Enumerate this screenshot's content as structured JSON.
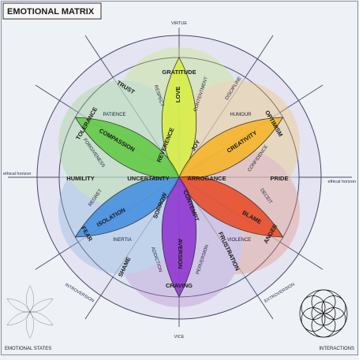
{
  "title": "EMOTIONAL MATRIX",
  "axes": {
    "top": "VIRTUE",
    "bottom": "VICE",
    "left": "ethical horizon",
    "right": "ethical horizon",
    "lower_left": "INTROVERSION",
    "lower_right": "EXTROVERSION"
  },
  "petals": {
    "top": "GRATITUDE",
    "upper_right": "OPTIMISM",
    "lower_right": "ANGER",
    "bottom": "CRAVING",
    "lower_left": "FEAR",
    "upper_left": "TOLERANCE"
  },
  "inner_major": {
    "love": "LOVE",
    "reverence": "REVERENCE",
    "joy": "JOY",
    "creativity": "CREATIVITY",
    "compassion": "COMPASSION",
    "uncertainty": "UNCERTAINTY",
    "arrogance": "ARROGANCE",
    "contempt": "CONTEMPT",
    "blame": "BLAME",
    "isolation": "ISOLATION",
    "sorrow": "SORROW",
    "aversion": "AVERSION",
    "shame": "SHAME",
    "frustration": "FRUSTRATION"
  },
  "inner_minor": {
    "respect": "RESPECT",
    "contentment": "CONTENTMENT",
    "humour": "HUMOUR",
    "confidence": "CONFIDENCE",
    "patience": "PATIENCE",
    "forgiveness": "FORGIVENESS",
    "regret": "REGRET",
    "inertia": "INERTIA",
    "deceit": "DECEIT",
    "violence": "VIOLENCE",
    "addiction": "ADDICTION",
    "perversion": "PERVERSION"
  },
  "ring": {
    "trust": "TRUST",
    "discipline": "DISCIPLINE",
    "humility": "HUMILITY",
    "pride": "PRIDE"
  },
  "corners": {
    "left": "EMOTIONAL STATES",
    "right": "INTERACTIONS"
  }
}
